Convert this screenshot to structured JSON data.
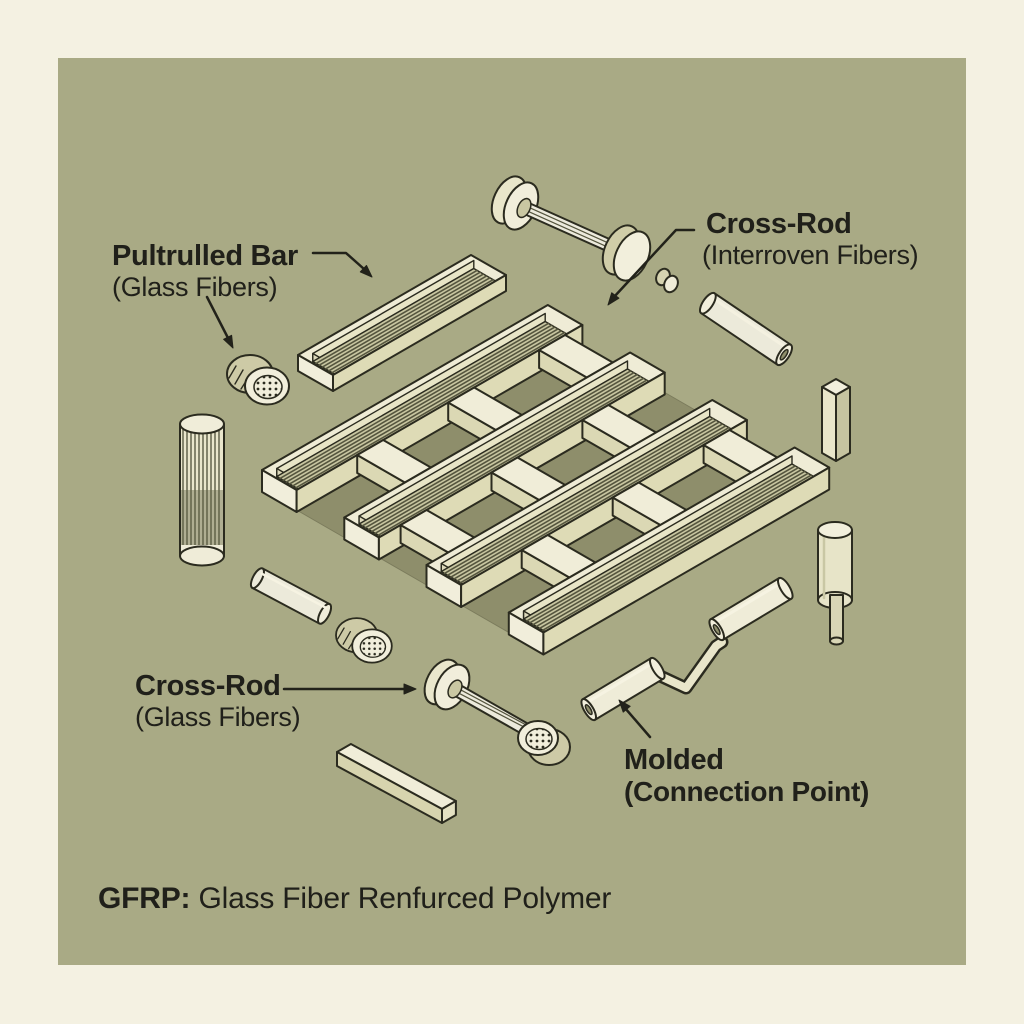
{
  "figure": {
    "type": "isometric-exploded-diagram",
    "subject": "GFRP molded grating components"
  },
  "labels": {
    "pultruded": {
      "title": "Pultrulled Bar",
      "subtitle": "(Glass Fibers)"
    },
    "crossrod_top": {
      "title": "Cross-Rod",
      "subtitle": "(Interroven Fibers)"
    },
    "crossrod_bottom": {
      "title": "Cross-Rod",
      "subtitle": "(Glass Fibers)"
    },
    "molded": {
      "title": "Molded",
      "subtitle": "(Connection Point)"
    }
  },
  "caption": {
    "abbr": "GFRP:",
    "text": " Glass Fiber Renfurced Polymer"
  },
  "components": [
    "pultruded-bar-standalone",
    "grating-assembly",
    "cross-rod-top-dumbbell",
    "fiber-pellet",
    "hollow-tube",
    "square-stud-vertical",
    "pin-cylinder",
    "striped-fiber-cylinder",
    "fiber-disc-1",
    "fiber-disc-2",
    "small-rod",
    "cross-rod-bottom-dumbbell",
    "square-bar-bottom",
    "molded-connector"
  ],
  "colors": {
    "canvas_bg": "#f4f1e2",
    "panel_bg": "#a9aa85",
    "cream": "#f1eedb",
    "rib_dark": "#55553e",
    "hole_olive": "#8e8e6b",
    "outline": "#2b2b1f",
    "ink": "#20201a"
  }
}
